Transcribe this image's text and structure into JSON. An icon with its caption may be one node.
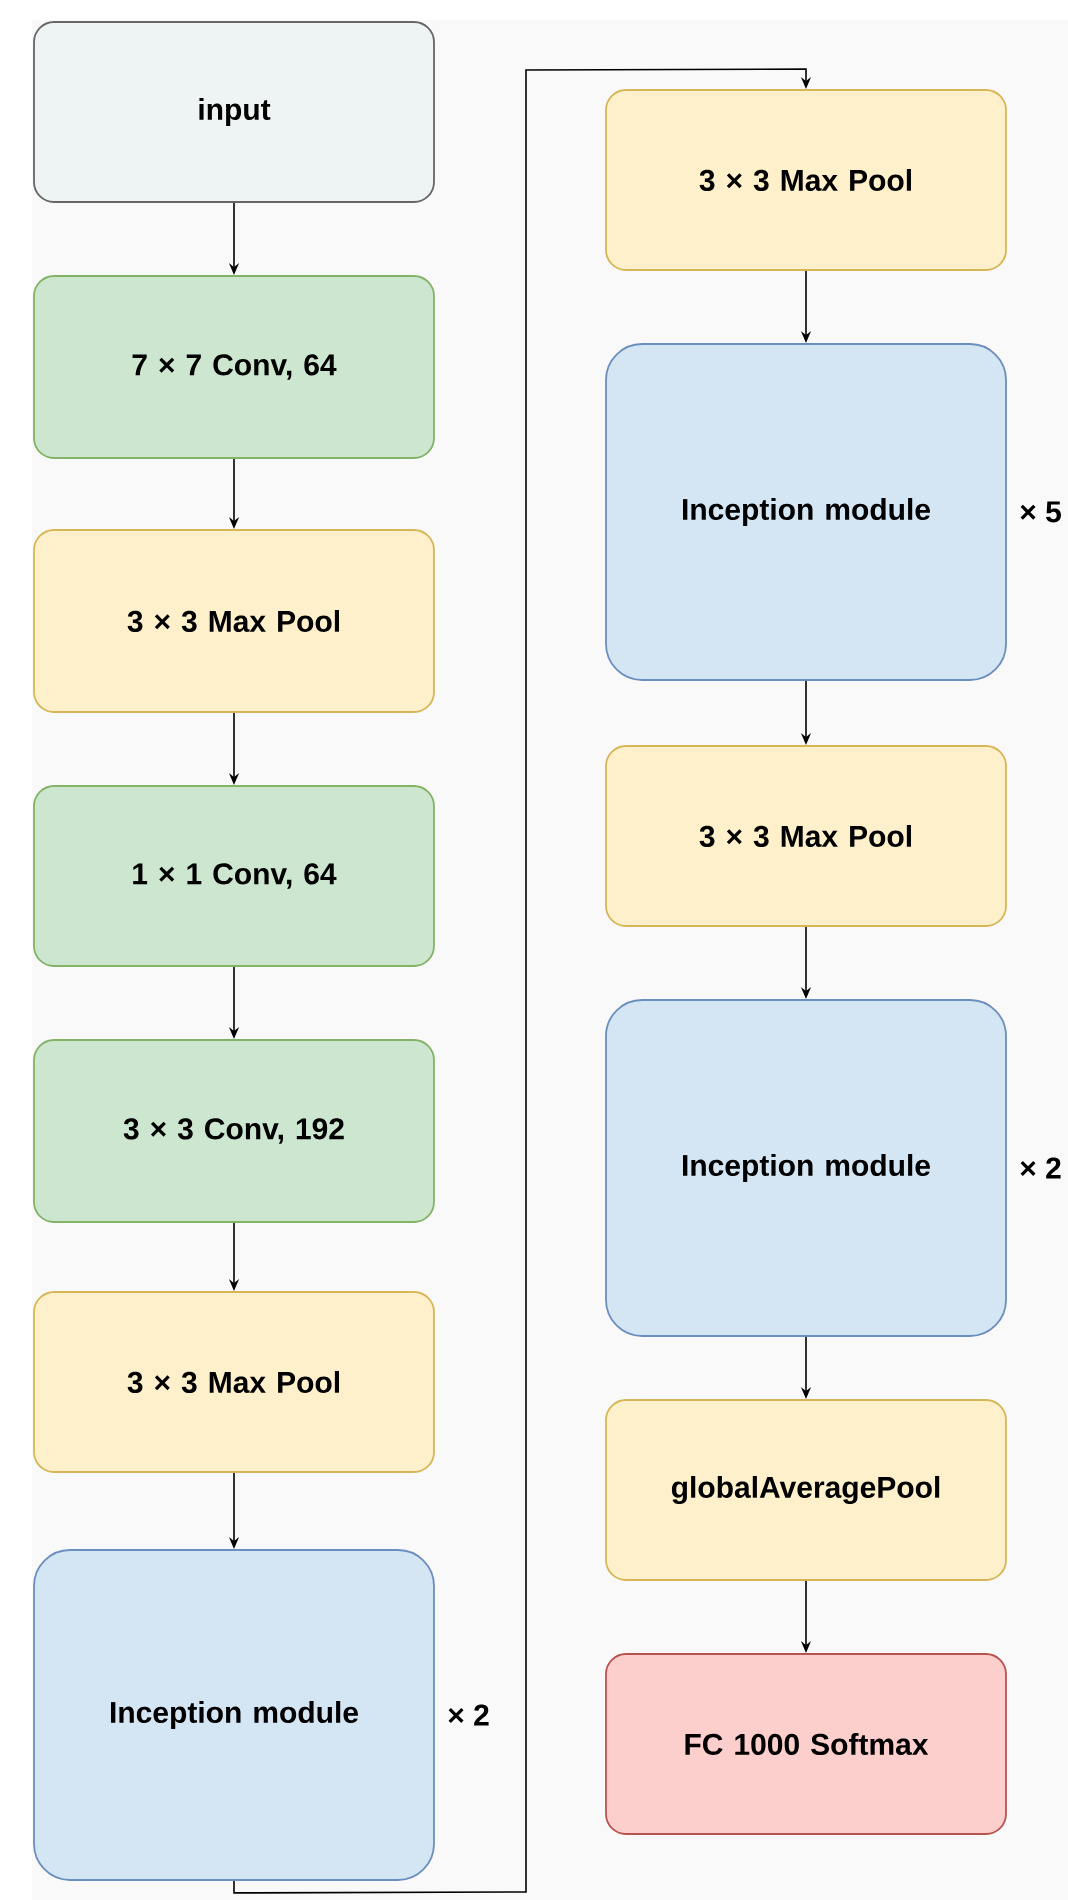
{
  "diagram": {
    "nodes": [
      {
        "text": [
          "input"
        ]
      },
      {
        "text": [
          "7 × 7 Conv, 64"
        ]
      },
      {
        "text": [
          "3 × 3 Max Pool"
        ]
      },
      {
        "text": [
          "1 × 1 Conv, 64"
        ]
      },
      {
        "text": [
          "3 × 3 Conv, 192"
        ]
      },
      {
        "text": [
          "3 × 3 Max Pool"
        ]
      },
      {
        "text": [
          "Inception module"
        ],
        "beside": [
          "× 2"
        ]
      },
      {
        "text": [
          "3 × 3 Max Pool"
        ]
      },
      {
        "text": [
          "Inception module"
        ],
        "beside": [
          "× 5"
        ]
      },
      {
        "text": [
          "3 × 3 Max Pool"
        ]
      },
      {
        "text": [
          "Inception module"
        ],
        "beside": [
          "× 2"
        ]
      },
      {
        "text": [
          "globalAveragePool"
        ]
      },
      {
        "text": [
          "FC 1000 Softmax"
        ]
      }
    ],
    "edges": [
      {
        "from": 0,
        "to": 1,
        "arrow": "to"
      },
      {
        "from": 1,
        "to": 2,
        "arrow": "to"
      },
      {
        "from": 2,
        "to": 3,
        "arrow": "to"
      },
      {
        "from": 3,
        "to": 4,
        "arrow": "to"
      },
      {
        "from": 4,
        "to": 5,
        "arrow": "to"
      },
      {
        "from": 5,
        "to": 6,
        "arrow": "to"
      },
      {
        "from": 6,
        "to": 7,
        "arrow": "to"
      },
      {
        "from": 7,
        "to": 8,
        "arrow": "to"
      },
      {
        "from": 8,
        "to": 9,
        "arrow": "to"
      },
      {
        "from": 9,
        "to": 10,
        "arrow": "to"
      },
      {
        "from": 10,
        "to": 11,
        "arrow": "to"
      },
      {
        "from": 11,
        "to": 12,
        "arrow": "to"
      }
    ]
  }
}
